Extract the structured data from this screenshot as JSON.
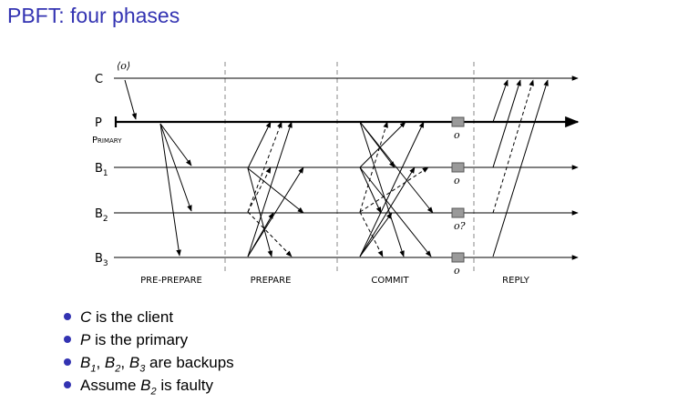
{
  "title": "PBFT: four phases",
  "diagram": {
    "request_label": "⟨o⟩",
    "nodes": [
      {
        "id": "C",
        "label": "C"
      },
      {
        "id": "P",
        "label": "P",
        "sublabel": "Primary"
      },
      {
        "id": "B1",
        "label": "B",
        "sub": "1"
      },
      {
        "id": "B2",
        "label": "B",
        "sub": "2"
      },
      {
        "id": "B3",
        "label": "B",
        "sub": "3"
      }
    ],
    "phases": [
      "PRE-PREPARE",
      "PREPARE",
      "COMMIT",
      "REPLY"
    ],
    "execution_labels": {
      "P": "o",
      "B1": "o",
      "B2": "o?",
      "B3": "o"
    }
  },
  "bullets": [
    [
      {
        "t": "C",
        "i": true
      },
      {
        "t": " is the client"
      }
    ],
    [
      {
        "t": "P",
        "i": true
      },
      {
        "t": " is the primary"
      }
    ],
    [
      {
        "t": "B",
        "i": true
      },
      {
        "t": "1",
        "i": true,
        "sub": true
      },
      {
        "t": ", "
      },
      {
        "t": "B",
        "i": true
      },
      {
        "t": "2",
        "i": true,
        "sub": true
      },
      {
        "t": ", "
      },
      {
        "t": "B",
        "i": true
      },
      {
        "t": "3",
        "i": true,
        "sub": true
      },
      {
        "t": " are backups"
      }
    ],
    [
      {
        "t": "Assume "
      },
      {
        "t": "B",
        "i": true
      },
      {
        "t": "2",
        "i": true,
        "sub": true
      },
      {
        "t": " is faulty"
      }
    ]
  ],
  "colors": {
    "accent": "#3333b2",
    "box": "#9a9a9a"
  }
}
